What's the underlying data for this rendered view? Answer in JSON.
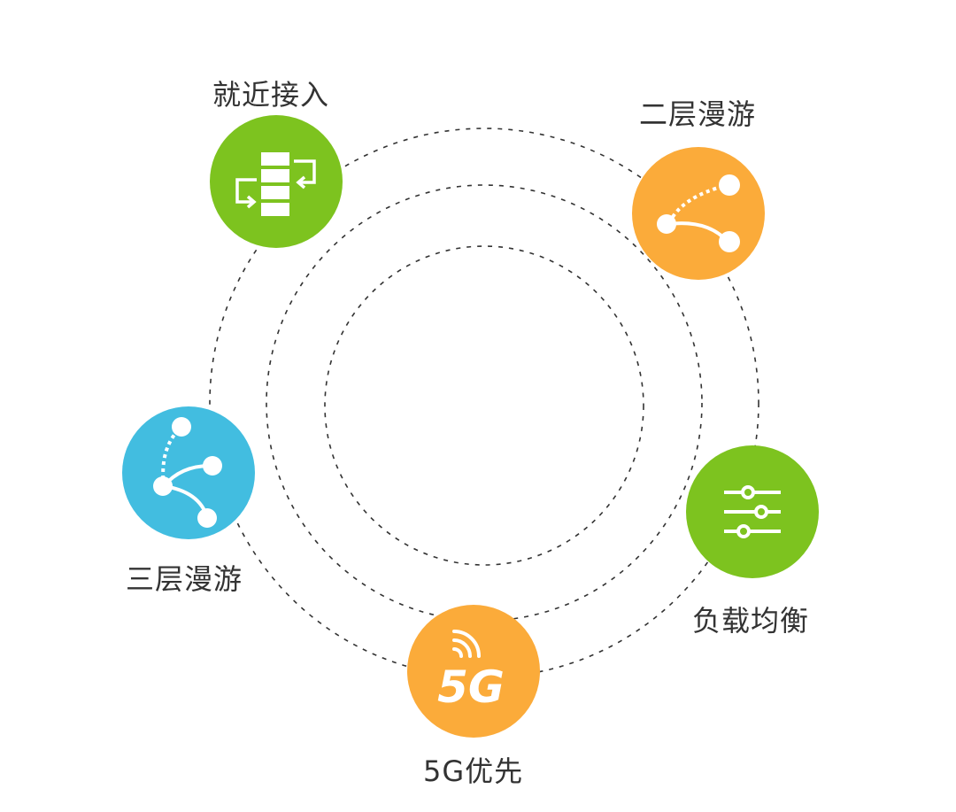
{
  "nodes": {
    "nearby_access": {
      "label": "就近接入",
      "color": "#7dc31f",
      "icon": "list-arrows-icon"
    },
    "l2_roaming": {
      "label": "二层漫游",
      "color": "#fbab3a",
      "icon": "roaming-curve-icon"
    },
    "l3_roaming": {
      "label": "三层漫游",
      "color": "#42bde0",
      "icon": "branch-roaming-icon"
    },
    "load_balance": {
      "label": "负载均衡",
      "color": "#7dc31f",
      "icon": "sliders-icon"
    },
    "fiveg_priority": {
      "label": "5G优先",
      "color": "#fbab3a",
      "icon": "5g-icon",
      "icon_text": "5G"
    }
  },
  "rings": {
    "stroke": "#333333",
    "dash": "dashed"
  }
}
